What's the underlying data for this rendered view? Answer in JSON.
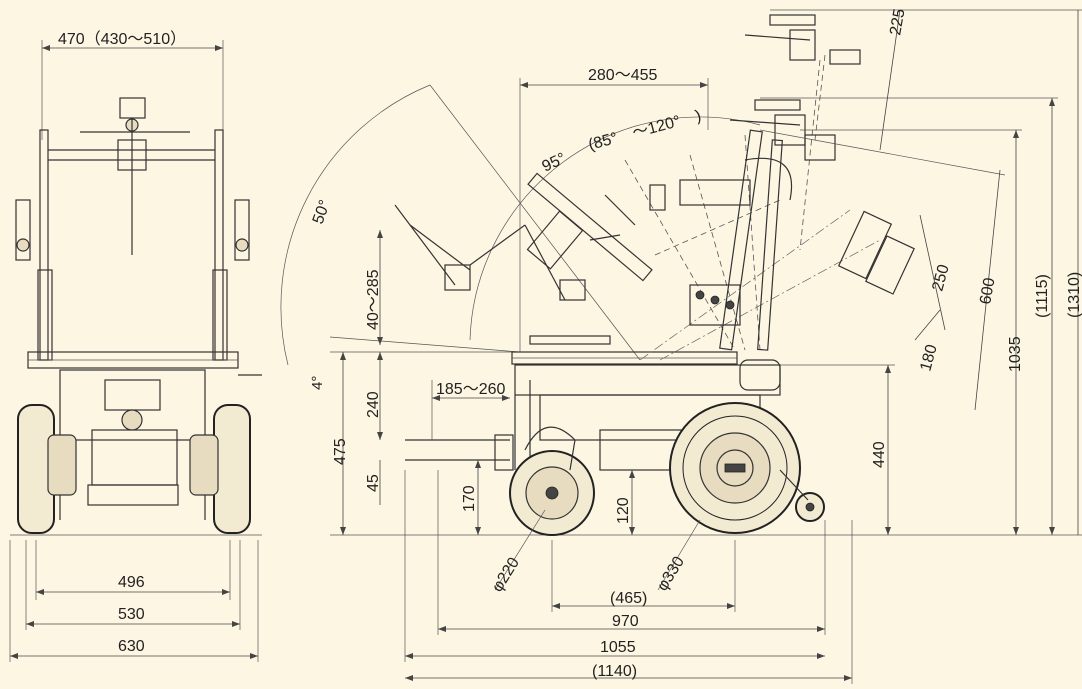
{
  "colors": {
    "background": "#fdf6e3",
    "line": "#333333"
  },
  "front_view": {
    "top_width": "470（430～510）",
    "widths": [
      "496",
      "530",
      "630"
    ]
  },
  "side_view": {
    "lengths": {
      "footrest_adjust": "185～260",
      "wheelbase": "(465)",
      "base_length": "970",
      "overall_length": "1055",
      "max_length": "(1140)",
      "backrest_offset": "280～455"
    },
    "heights": {
      "seat_height": "475",
      "seat_to_footrest": "240",
      "footrest_adjust": "40～285",
      "footrest_step": "45",
      "footrest_floor": "170",
      "ground_clearance": "120",
      "armrest_height": "440",
      "back_height": "1035",
      "overall_height": "(1115)",
      "max_height": "(1310)",
      "headrest_adjust": "225",
      "backrest_length": "600",
      "back_segment": "250",
      "lower_segment": "180"
    },
    "angles": {
      "seat_tilt": "4°",
      "leg_angle": "50°",
      "back_angle": "95°",
      "back_angle_range": "(85°　～120°　)"
    },
    "wheels": {
      "caster": "φ220",
      "drive": "φ330"
    }
  }
}
